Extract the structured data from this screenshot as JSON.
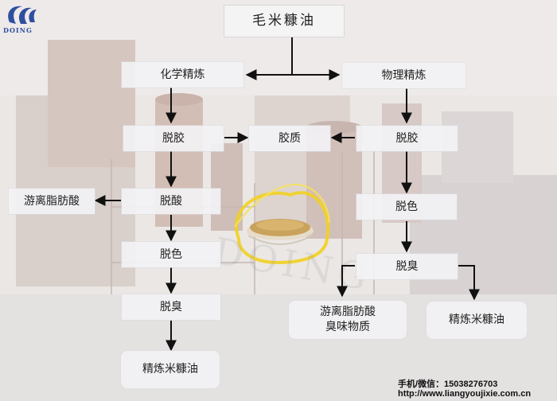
{
  "brand": {
    "logo_text": "DOING",
    "watermark": "DOING"
  },
  "nodes": {
    "crude": "毛米糠油",
    "chem": "化学精炼",
    "phys": "物理精炼",
    "degum_left": "脱胶",
    "gum": "胶质",
    "degum_right": "脱胶",
    "ffa_left": "游离脂肪酸",
    "deacid": "脱酸",
    "bleach_left": "脱色",
    "bleach_right": "脱色",
    "deodor_left": "脱臭",
    "deodor_right": "脱臭",
    "refined_left": "精炼米糠油",
    "ffa_odor_line1": "游离脂肪酸",
    "ffa_odor_line2": "臭味物质",
    "refined_right": "精炼米糠油"
  },
  "contact": {
    "phone": "手机/微信：15038276703",
    "url": "http://www.liangyoujixie.com.cn"
  },
  "colors": {
    "arrow": "#111111",
    "logo_blue": "#2f4f9f",
    "oil_yellow": "#f2d020"
  }
}
